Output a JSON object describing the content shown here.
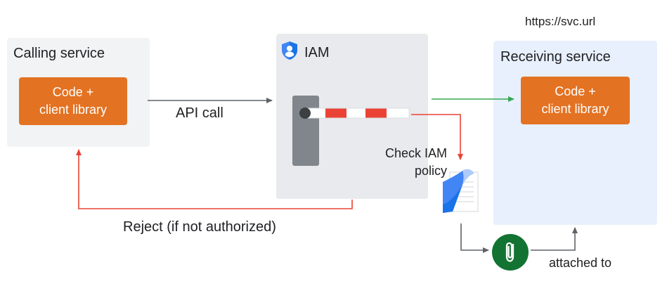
{
  "url": "https://svc.url",
  "calling": {
    "title": "Calling service",
    "box_line1": "Code +",
    "box_line2": "client library"
  },
  "iam": {
    "title": "IAM"
  },
  "receiving": {
    "title": "Receiving service",
    "box_line1": "Code +",
    "box_line2": "client library"
  },
  "labels": {
    "api_call": "API call",
    "check_line1": "Check IAM",
    "check_line2": "policy",
    "reject": "Reject (if not authorized)",
    "attached": "attached to"
  },
  "icons": {
    "iam": "shield-person-icon",
    "policy": "policy-document-icon",
    "attachment": "paperclip-icon",
    "gate": "barrier-gate-icon"
  },
  "colors": {
    "code_box": "#e37222",
    "allow_arrow": "#34a853",
    "reject_arrow": "#ea4335",
    "neutral_arrow": "#5f6368",
    "barrier_red": "#ea4335",
    "clip_circle": "#137333",
    "shield_blue": "#4285f4"
  }
}
